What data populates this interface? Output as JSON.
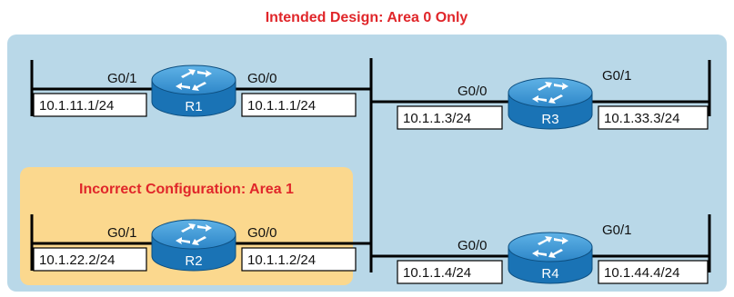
{
  "title": "Intended Design: Area 0 Only",
  "highlight_title": "Incorrect Configuration: Area 1",
  "colors": {
    "title": "#e0262a",
    "area_bg": "#b9d8e8",
    "highlight_bg": "#fbd88e",
    "router_body": "#1a73b5",
    "router_top": "#3f9ad6",
    "line": "#000000"
  },
  "routers": [
    {
      "name": "R1",
      "left_if": "G0/1",
      "left_ip": "10.1.11.1/24",
      "right_if": "G0/0",
      "right_ip": "10.1.1.1/24"
    },
    {
      "name": "R2",
      "left_if": "G0/1",
      "left_ip": "10.1.22.2/24",
      "right_if": "G0/0",
      "right_ip": "10.1.1.2/24"
    },
    {
      "name": "R3",
      "left_if": "G0/0",
      "left_ip": "10.1.1.3/24",
      "right_if": "G0/1",
      "right_ip": "10.1.33.3/24"
    },
    {
      "name": "R4",
      "left_if": "G0/0",
      "left_ip": "10.1.1.4/24",
      "right_if": "G0/1",
      "right_ip": "10.1.44.4/24"
    }
  ]
}
